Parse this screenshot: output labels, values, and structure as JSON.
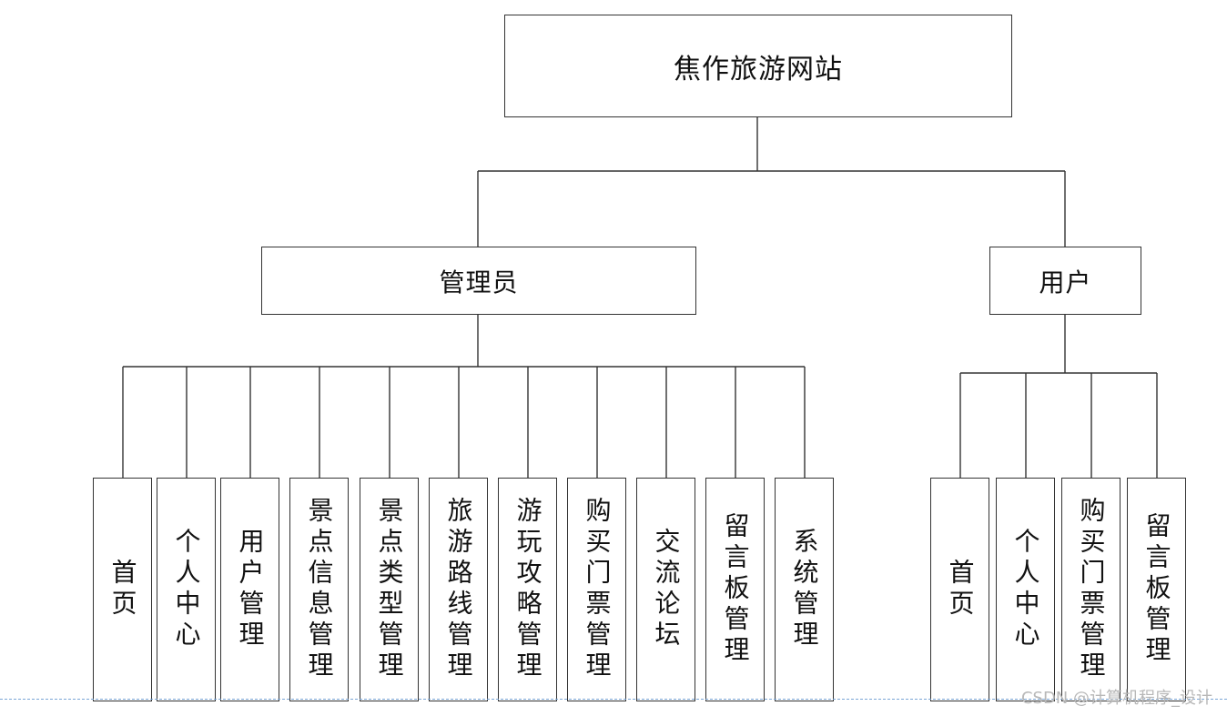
{
  "diagram": {
    "root": "焦作旅游网站",
    "roles": [
      {
        "label": "管理员",
        "functions": [
          "首页",
          "个人中心",
          "用户管理",
          "景点信息管理",
          "景点类型管理",
          "旅游路线管理",
          "游玩攻略管理",
          "购买门票管理",
          "交流论坛",
          "留言板管理",
          "系统管理"
        ]
      },
      {
        "label": "用户",
        "functions": [
          "首页",
          "个人中心",
          "购买门票管理",
          "留言板管理"
        ]
      }
    ]
  },
  "watermark": "CSDN @计算机程序_设计"
}
